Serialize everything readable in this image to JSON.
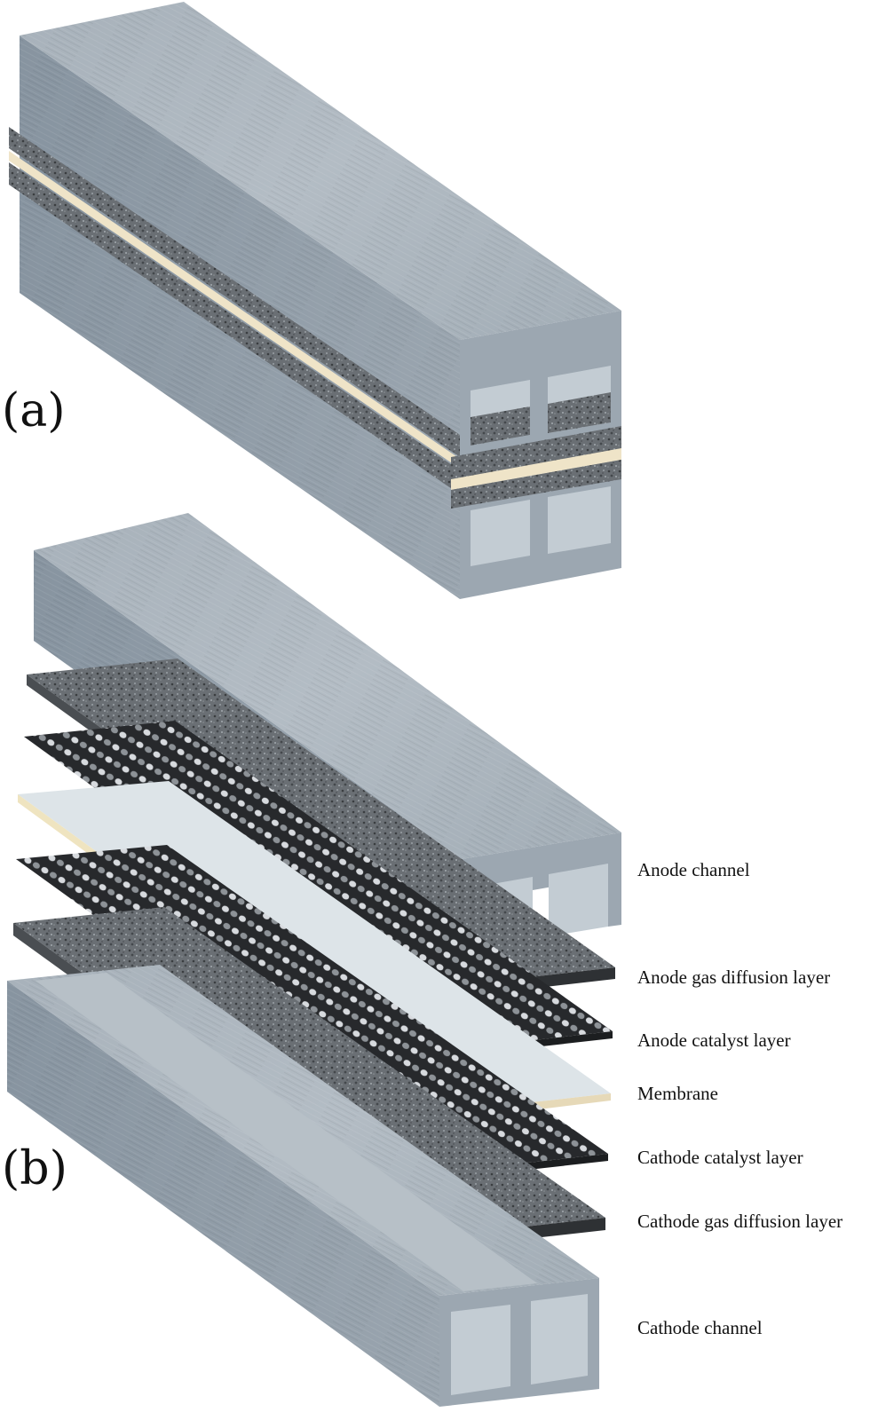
{
  "panels": {
    "a": "(a)",
    "b": "(b)"
  },
  "layers": [
    {
      "id": "anode-channel",
      "label": "Anode channel"
    },
    {
      "id": "anode-gdl",
      "label": "Anode gas diffusion layer"
    },
    {
      "id": "anode-cl",
      "label": "Anode catalyst layer"
    },
    {
      "id": "membrane",
      "label": "Membrane"
    },
    {
      "id": "cathode-cl",
      "label": "Cathode catalyst layer"
    },
    {
      "id": "cathode-gdl",
      "label": "Cathode gas diffusion layer"
    },
    {
      "id": "cathode-channel",
      "label": "Cathode channel"
    }
  ],
  "colors": {
    "channel_top": "#a9b3bc",
    "channel_side": "#8f9aa4",
    "channel_front": "#9ba6b0",
    "gdl": "#6b7075",
    "catalyst": "#2b2e31",
    "membrane_face": "#dde4e8",
    "membrane_edge": "#e6d9b8"
  }
}
